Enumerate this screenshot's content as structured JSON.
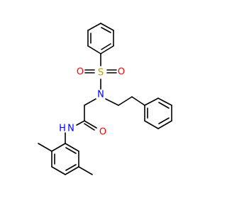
{
  "atoms": {
    "sulfur": {
      "label": "S",
      "color": "#b3a100"
    },
    "oxygen_sulfonyl_left": {
      "label": "O",
      "color": "#ff0000"
    },
    "oxygen_sulfonyl_right": {
      "label": "O",
      "color": "#ff0000"
    },
    "nitrogen_sulfonamide": {
      "label": "N",
      "color": "#0000ff"
    },
    "oxygen_carbonyl": {
      "label": "O",
      "color": "#ff0000"
    },
    "nitrogen_amide": {
      "label": "N",
      "color": "#0000ff"
    },
    "hydrogen_amide": {
      "label": "H",
      "color": "#0000ff"
    }
  },
  "colors": {
    "bond": "#000000",
    "background": "#ffffff"
  }
}
